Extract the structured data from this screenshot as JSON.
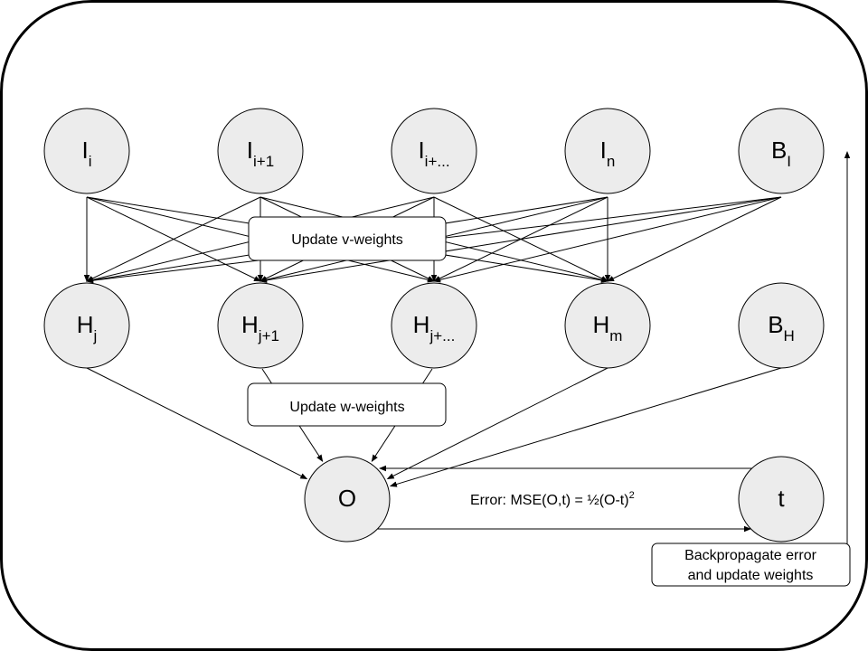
{
  "input_layer": [
    {
      "main": "I",
      "sub": "i"
    },
    {
      "main": "I",
      "sub": "i+1"
    },
    {
      "main": "I",
      "sub": "i+..."
    },
    {
      "main": "I",
      "sub": "n"
    },
    {
      "main": "B",
      "sub": "I"
    }
  ],
  "hidden_layer": [
    {
      "main": "H",
      "sub": "j"
    },
    {
      "main": "H",
      "sub": "j+1"
    },
    {
      "main": "H",
      "sub": "j+..."
    },
    {
      "main": "H",
      "sub": "m"
    },
    {
      "main": "B",
      "sub": "H"
    }
  ],
  "output_node": {
    "main": "O"
  },
  "target_node": {
    "main": "t"
  },
  "labels": {
    "update_v": "Update v-weights",
    "update_w": "Update w-weights",
    "error": "Error: MSE(O,t) = ½(O-t)",
    "error_exponent": "2",
    "backprop_line1": "Backpropagate error",
    "backprop_line2": "and update weights"
  }
}
